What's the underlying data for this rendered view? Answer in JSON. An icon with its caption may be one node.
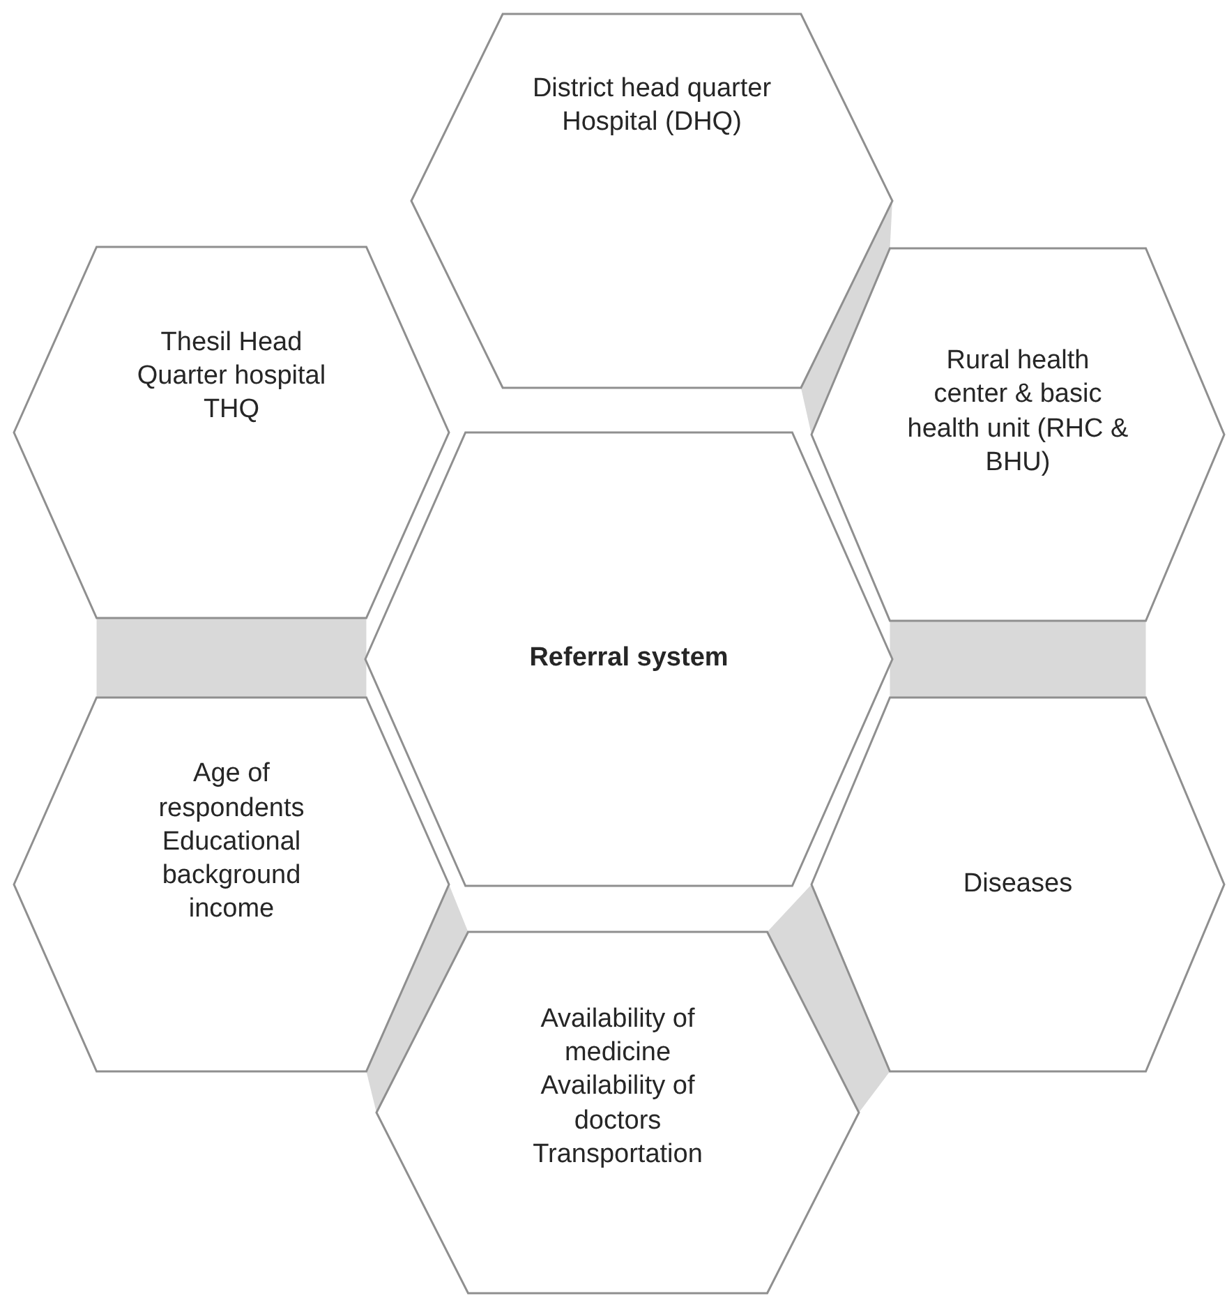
{
  "diagram": {
    "nodes": [
      {
        "text": [
          "District head quarter Hospital (DHQ)"
        ]
      },
      {
        "text": [
          "Thesil Head Quarter hospital THQ"
        ]
      },
      {
        "text": [
          "Rural health center & basic health unit (RHC & BHU)"
        ]
      },
      {
        "text": [
          "Referral system"
        ]
      },
      {
        "text": [
          "Age of respondents Educational background income"
        ]
      },
      {
        "text": [
          "Diseases"
        ]
      },
      {
        "text": [
          "Availability of medicine Availability of doctors Transportation"
        ]
      }
    ],
    "edges": [
      {
        "from": 0,
        "to": 2,
        "arrow": "none",
        "style": "thick"
      },
      {
        "from": 2,
        "to": 5,
        "arrow": "none",
        "style": "thick"
      },
      {
        "from": 5,
        "to": 6,
        "arrow": "none",
        "style": "thick"
      },
      {
        "from": 6,
        "to": 4,
        "arrow": "none",
        "style": "thick"
      },
      {
        "from": 4,
        "to": 1,
        "arrow": "none",
        "style": "thick"
      }
    ]
  }
}
